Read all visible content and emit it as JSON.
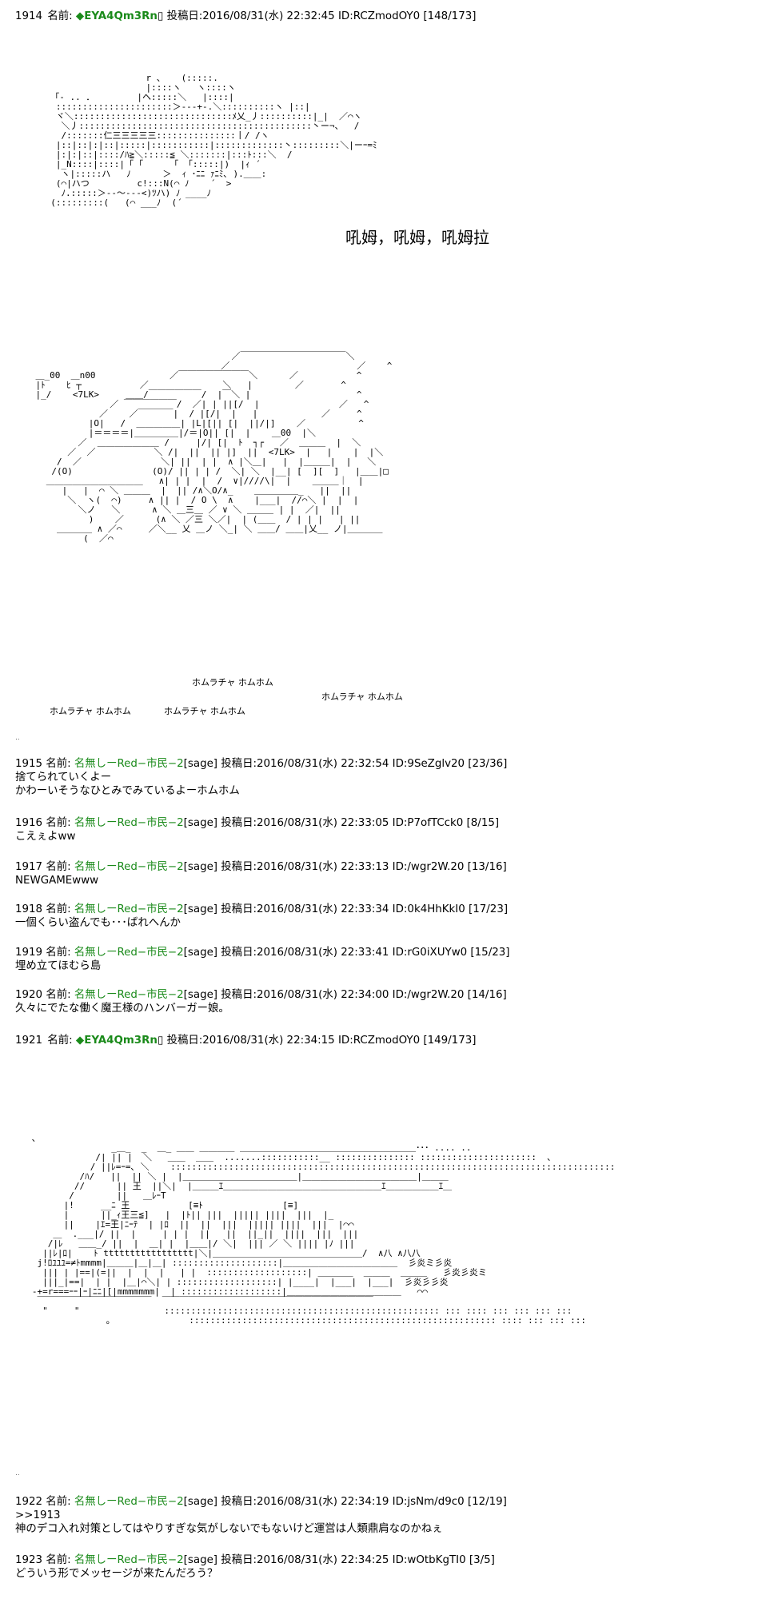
{
  "posts": [
    {
      "header": {
        "num": "1914",
        "label": "名前:",
        "name": "◆EYA4Qm3Rn",
        "mark": "▯",
        "meta": "投稿日:2016/08/31(水) 22:32:45 ID:RCZmodOY0 [148/173]"
      }
    },
    {
      "header": {
        "num": "1915",
        "label": "名前:",
        "name": "名無しーRed−市民−2",
        "mark": "[sage]",
        "meta": "投稿日:2016/08/31(水) 22:32:54 ID:9SeZglv20 [23/36]"
      },
      "lines": [
        "捨てられていくよー",
        "かわーいそうなひとみでみているよーホムホム"
      ]
    },
    {
      "header": {
        "num": "1916",
        "label": "名前:",
        "name": "名無しーRed−市民−2",
        "mark": "[sage]",
        "meta": "投稿日:2016/08/31(水) 22:33:05 ID:P7ofTCck0 [8/15]"
      },
      "lines": [
        "こえぇよww"
      ]
    },
    {
      "header": {
        "num": "1917",
        "label": "名前:",
        "name": "名無しーRed−市民−2",
        "mark": "[sage]",
        "meta": "投稿日:2016/08/31(水) 22:33:13 ID:/wgr2W.20 [13/16]"
      },
      "lines": [
        "NEWGAMEwww"
      ]
    },
    {
      "header": {
        "num": "1918",
        "label": "名前:",
        "name": "名無しーRed−市民−2",
        "mark": "[sage]",
        "meta": "投稿日:2016/08/31(水) 22:33:34 ID:0k4HhKkI0 [17/23]"
      },
      "lines": [
        "一個くらい盗んでも･･･ばれへんか"
      ]
    },
    {
      "header": {
        "num": "1919",
        "label": "名前:",
        "name": "名無しーRed−市民−2",
        "mark": "[sage]",
        "meta": "投稿日:2016/08/31(水) 22:33:41 ID:rG0iXUYw0 [15/23]"
      },
      "lines": [
        "埋め立てほむら島"
      ]
    },
    {
      "header": {
        "num": "1920",
        "label": "名前:",
        "name": "名無しーRed−市民−2",
        "mark": "[sage]",
        "meta": "投稿日:2016/08/31(水) 22:34:00 ID:/wgr2W.20 [14/16]"
      },
      "lines": [
        "久々にでたな働く魔王様のハンバーガー娘。"
      ]
    },
    {
      "header": {
        "num": "1921",
        "label": "名前:",
        "name": "◆EYA4Qm3Rn",
        "mark": "▯",
        "meta": "投稿日:2016/08/31(水) 22:34:15 ID:RCZmodOY0 [149/173]"
      }
    },
    {
      "header": {
        "num": "1922",
        "label": "名前:",
        "name": "名無しーRed−市民−2",
        "mark": "[sage]",
        "meta": "投稿日:2016/08/31(水) 22:34:19 ID:jsNm/d9c0 [12/19]"
      },
      "lines": [
        ">>1913",
        "神のデコ入れ対策としてはやりすぎな気がしないでもないけど運営は人類鼎肩なのかねぇ"
      ]
    },
    {
      "header": {
        "num": "1923",
        "label": "名前:",
        "name": "名無しーRed−市民−2",
        "mark": "[sage]",
        "meta": "投稿日:2016/08/31(水) 22:34:25 ID:wOtbKgTI0 [3/5]"
      },
      "lines": [
        "どういう形でメッセージが来たんだろう？"
      ]
    }
  ],
  "art": {
    "speech_1": "吼姆，吼姆，吼姆拉",
    "caption_a": "ホムラチャ ホムホム",
    "caption_b": "ホムラチャ ホムホム",
    "caption_c": "ホムラチャ ホムホム",
    "caption_d": "ホムラチャ ホムホム",
    "sign_1": "＿_00　＿n00",
    "sign_2": "<7LK>",
    "shop_1": "[≡ﾄ",
    "shop_2": "[≡]",
    "flames": "彡炎彡彡炎"
  }
}
